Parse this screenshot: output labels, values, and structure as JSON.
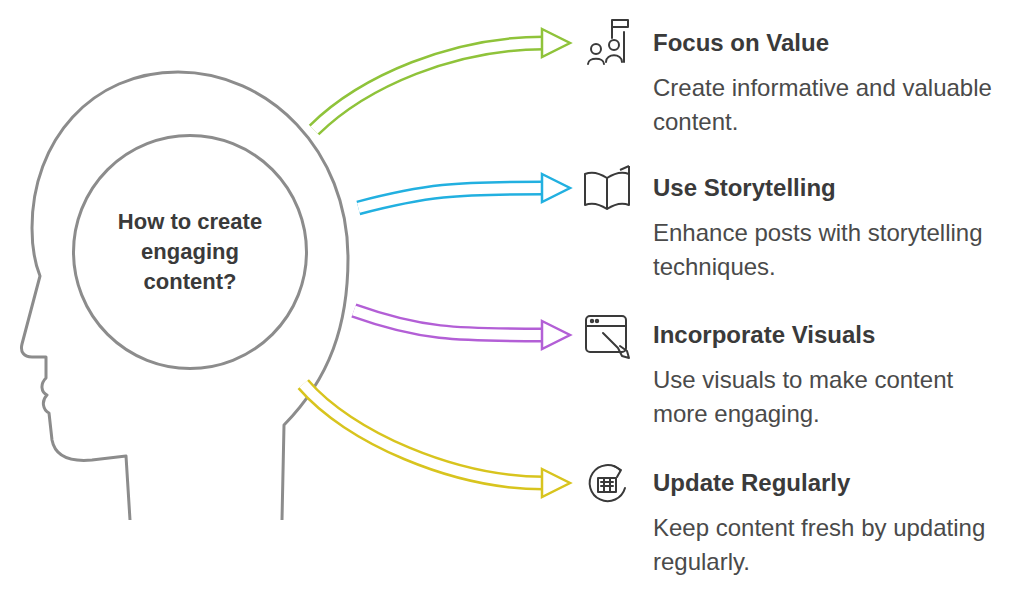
{
  "diagram": {
    "nodes": [
      {
        "text": [
          "How to create engaging content?"
        ]
      },
      {
        "text": [
          "Focus on Value",
          "Create informative and valuable content."
        ]
      },
      {
        "text": [
          "Use Storytelling",
          "Enhance posts with storytelling techniques."
        ]
      },
      {
        "text": [
          "Incorporate Visuals",
          "Use visuals to make content more engaging."
        ]
      },
      {
        "text": [
          "Update Regularly",
          "Keep content fresh by updating regularly."
        ]
      }
    ],
    "edges": [
      {
        "from": 0,
        "to": 1,
        "arrow": "to"
      },
      {
        "from": 0,
        "to": 2,
        "arrow": "to"
      },
      {
        "from": 0,
        "to": 3,
        "arrow": "to"
      },
      {
        "from": 0,
        "to": 4,
        "arrow": "to"
      }
    ]
  }
}
